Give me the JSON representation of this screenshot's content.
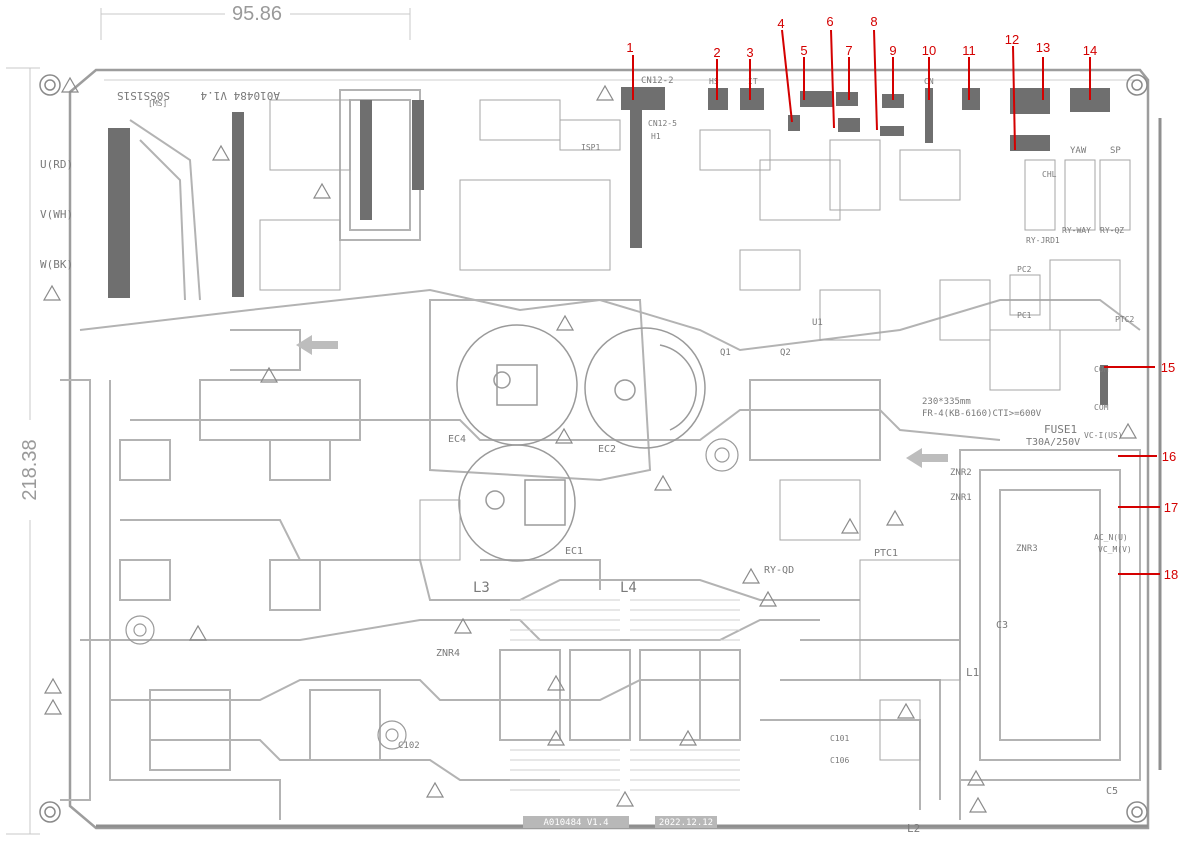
{
  "dimensions": {
    "width": "95.86",
    "height": "218.38"
  },
  "board": {
    "part_number": "A010484 V1.4",
    "date": "2022.12.12",
    "top_label": "A010484 V1.4",
    "top_code": "S0SS1S1S",
    "size_note": "230*335mm",
    "material_note": "FR-4(KB-6160)CTI>=600V",
    "fuse_label": "FUSE1",
    "fuse_rating": "T30A/250V"
  },
  "connectors": {
    "cn12_2": "CN12-2",
    "cn12_5": "CN12-5",
    "hs": "HS",
    "it": "IT",
    "cn": "CN",
    "com": "COM",
    "com2": "COM",
    "vc_i": "VC-I(US)",
    "ac_n": "AC_N(U)",
    "vc_m": "VC_M(V)"
  },
  "components": {
    "u": "U(RD)",
    "v": "V(WH)",
    "w": "W(BK)",
    "ec1": "EC1",
    "ec2": "EC2",
    "ec4": "EC4",
    "l1": "L1",
    "l2": "L2",
    "l3": "L3",
    "l4": "L4",
    "znr1": "ZNR1",
    "znr2": "ZNR2",
    "znr3": "ZNR3",
    "znr4": "ZNR4",
    "ptc1": "PTC1",
    "c3": "C3",
    "c5": "C5",
    "c102": "C102",
    "c101": "C101",
    "c106": "C106",
    "ry_qd": "RY-QD",
    "ry_jrd": "RY-JRD1",
    "ry_way": "RY-WAY",
    "ry_qz": "RY-QZ",
    "yaw": "YAW",
    "sp": "SP",
    "chl": "CHL",
    "u1": "U1",
    "pc1": "PC1",
    "pc2": "PC2",
    "ptc2": "PTC2",
    "q1": "Q1",
    "q2": "Q2",
    "ms": "[MS]",
    "isp1": "ISP1",
    "h1": "H1"
  },
  "callouts": [
    "1",
    "2",
    "3",
    "4",
    "5",
    "6",
    "7",
    "8",
    "9",
    "10",
    "11",
    "12",
    "13",
    "14",
    "15",
    "16",
    "17",
    "18"
  ],
  "colors": {
    "trace": "#b9b9b9",
    "silk": "#8a8a8a",
    "component_dark": "#555555",
    "callout": "#d40000",
    "background": "#ffffff"
  }
}
